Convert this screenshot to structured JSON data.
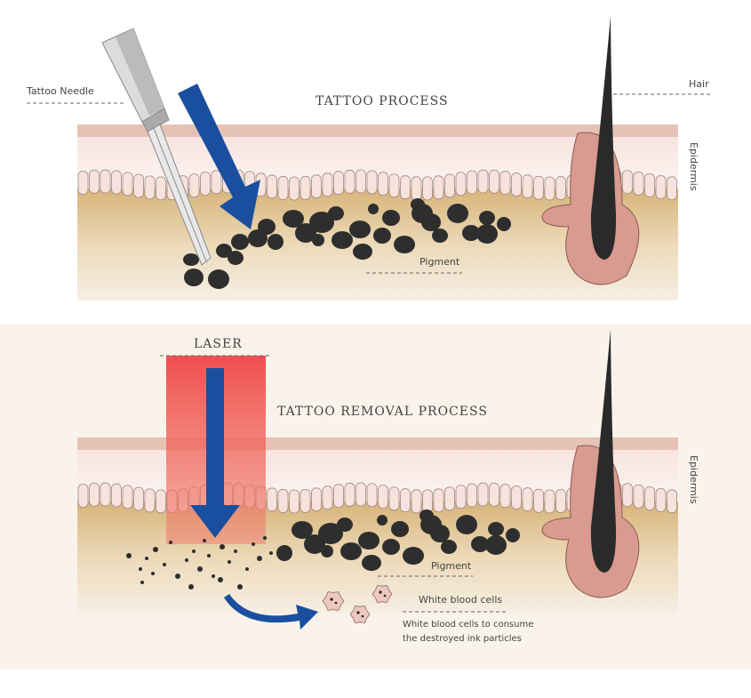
{
  "top_panel": {
    "title": "TATTOO PROCESS",
    "needle_label": "Tattoo Needle",
    "hair_label": "Hair",
    "epidermis_label": "Epidermis",
    "pigment_label": "Pigment"
  },
  "bottom_panel": {
    "title": "TATTOO REMOVAL PROCESS",
    "laser_label": "LASER",
    "epidermis_label": "Epidermis",
    "pigment_label": "Pigment",
    "wbc_label": "White blood cells",
    "wbc_note_line1": "White blood cells to consume",
    "wbc_note_line2": "the destroyed ink particles"
  },
  "colors": {
    "arrow": "#1a4fa0",
    "pigment": "#2e2e2e",
    "skin_top": "#e6c2b6",
    "epidermis": "#f8e6e2",
    "dermis": "#dcb87e",
    "follicle": "#d99a90",
    "laser": "#f04b4b",
    "removal_bg": "#faf3eb"
  }
}
